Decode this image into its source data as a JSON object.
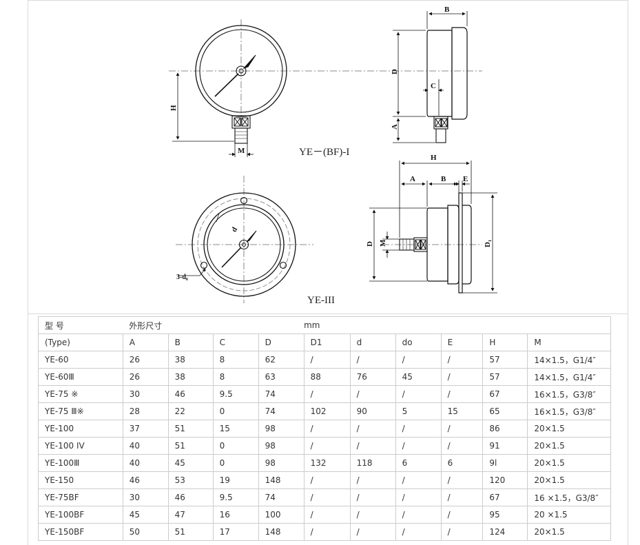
{
  "drawing": {
    "top_caption": "YE－(BF)-I",
    "bottom_caption": "YE-III",
    "labels": {
      "H": "H",
      "M": "M",
      "D": "D",
      "A": "A",
      "B": "B",
      "C": "C",
      "H2": "H",
      "A2": "A",
      "B2": "B",
      "E": "E",
      "D2": "D",
      "M2": "M",
      "D1": "D₁",
      "d": "d",
      "d0": "3-d₀"
    }
  },
  "table": {
    "header": {
      "model_label": "型 号",
      "dims_label": "外形尺寸",
      "unit": "mm"
    },
    "columns": [
      "(Type)",
      "A",
      "B",
      "C",
      "D",
      "D1",
      "d",
      "do",
      "E",
      "H",
      "M"
    ],
    "rows": [
      [
        "YE-60",
        "26",
        "38",
        "8",
        "62",
        "/",
        "/",
        "/",
        "/",
        "57",
        "14×1.5，G1/4″"
      ],
      [
        "YE-60Ⅲ",
        "26",
        "38",
        "8",
        "63",
        "88",
        "76",
        "45",
        "/",
        "57",
        "14×1.5，G1/4″"
      ],
      [
        "YE-75 ※",
        "30",
        "46",
        "9.5",
        "74",
        "/",
        "/",
        "/",
        "/",
        "67",
        "16×1.5，G3/8″"
      ],
      [
        "YE-75 Ⅲ※",
        "28",
        "22",
        "0",
        "74",
        "102",
        "90",
        "5",
        "15",
        "65",
        "16×1.5，G3/8″"
      ],
      [
        "YE-100",
        "37",
        "51",
        "15",
        "98",
        "/",
        "/",
        "/",
        "/",
        "86",
        "20×1.5"
      ],
      [
        "YE-100 IV",
        "40",
        "51",
        "0",
        "98",
        "/",
        "/",
        "/",
        "/",
        "91",
        "20×1.5"
      ],
      [
        "YE-100Ⅲ",
        "40",
        "45",
        "0",
        "98",
        "132",
        "118",
        "6",
        "6",
        "9l",
        "20×1.5"
      ],
      [
        "YE-150",
        "46",
        "53",
        "19",
        "148",
        "/",
        "/",
        "/",
        "/",
        "120",
        "20×1.5"
      ],
      [
        "YE-75BF",
        "30",
        "46",
        "9.5",
        "74",
        "/",
        "/",
        "/",
        "/",
        "67",
        "16 ×1.5，G3/8″"
      ],
      [
        "YE-100BF",
        "45",
        "47",
        "16",
        "100",
        "/",
        "/",
        "/",
        "/",
        "95",
        "20 ×1.5"
      ],
      [
        "YE-150BF",
        "50",
        "51",
        "17",
        "148",
        "/",
        "/",
        "/",
        "/",
        "124",
        "20×1.5"
      ]
    ]
  }
}
